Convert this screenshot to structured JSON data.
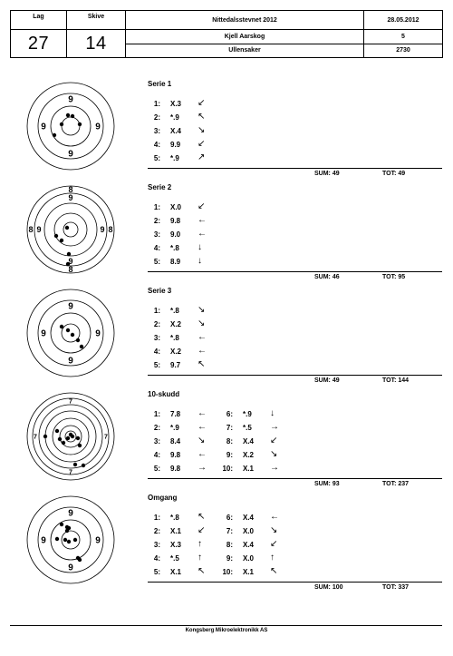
{
  "header": {
    "lag_label": "Lag",
    "lag_value": "27",
    "skive_label": "Skive",
    "skive_value": "14",
    "event": "Nittedalsstevnet 2012",
    "date": "28.05.2012",
    "shooter": "Kjell Aarskog",
    "class": "5",
    "club": "Ullensaker",
    "number": "2730"
  },
  "sections": [
    {
      "title": "Serie 1",
      "sum": "SUM: 49",
      "tot": "TOT: 49",
      "shots": [
        {
          "n": "1:",
          "v": "X.3",
          "arrow": "↙"
        },
        {
          "n": "2:",
          "v": "*.9",
          "arrow": "↖"
        },
        {
          "n": "3:",
          "v": "X.4",
          "arrow": "↘"
        },
        {
          "n": "4:",
          "v": "9.9",
          "arrow": "↙"
        },
        {
          "n": "5:",
          "v": "*.9",
          "arrow": "↗"
        }
      ],
      "target": {
        "ring_labels": [
          "9",
          "9",
          "9",
          "9"
        ],
        "outer_labels": []
      }
    },
    {
      "title": "Serie 2",
      "sum": "SUM: 46",
      "tot": "TOT: 95",
      "shots": [
        {
          "n": "1:",
          "v": "X.0",
          "arrow": "↙"
        },
        {
          "n": "2:",
          "v": "9.8",
          "arrow": "←"
        },
        {
          "n": "3:",
          "v": "9.0",
          "arrow": "←"
        },
        {
          "n": "4:",
          "v": "*.8",
          "arrow": "↓"
        },
        {
          "n": "5:",
          "v": "8.9",
          "arrow": "↓"
        }
      ],
      "target": {
        "ring_labels": [
          "9",
          "9",
          "9",
          "9"
        ],
        "outer_labels": [
          "8",
          "8",
          "8",
          "8"
        ]
      }
    },
    {
      "title": "Serie 3",
      "sum": "SUM: 49",
      "tot": "TOT: 144",
      "shots": [
        {
          "n": "1:",
          "v": "*.8",
          "arrow": "↘"
        },
        {
          "n": "2:",
          "v": "X.2",
          "arrow": "↘"
        },
        {
          "n": "3:",
          "v": "*.8",
          "arrow": "←"
        },
        {
          "n": "4:",
          "v": "X.2",
          "arrow": "←"
        },
        {
          "n": "5:",
          "v": "9.7",
          "arrow": "↖"
        }
      ],
      "target": {
        "ring_labels": [
          "9",
          "9",
          "9",
          "9"
        ],
        "outer_labels": []
      }
    },
    {
      "title": "10-skudd",
      "sum": "SUM: 93",
      "tot": "TOT: 237",
      "shots": [
        {
          "n": "1:",
          "v": "7.8",
          "arrow": "←"
        },
        {
          "n": "2:",
          "v": "*.9",
          "arrow": "←"
        },
        {
          "n": "3:",
          "v": "8.4",
          "arrow": "↘"
        },
        {
          "n": "4:",
          "v": "9.8",
          "arrow": "←"
        },
        {
          "n": "5:",
          "v": "9.8",
          "arrow": "→"
        },
        {
          "n": "6:",
          "v": "*.9",
          "arrow": "↓"
        },
        {
          "n": "7:",
          "v": "*.5",
          "arrow": "→"
        },
        {
          "n": "8:",
          "v": "X.4",
          "arrow": "↙"
        },
        {
          "n": "9:",
          "v": "X.2",
          "arrow": "↘"
        },
        {
          "n": "10:",
          "v": "X.1",
          "arrow": "→"
        }
      ],
      "target": {
        "ring_labels": [
          "7",
          "7",
          "7",
          "7"
        ],
        "outer_labels": []
      }
    },
    {
      "title": "Omgang",
      "sum": "SUM: 100",
      "tot": "TOT: 337",
      "shots": [
        {
          "n": "1:",
          "v": "*.8",
          "arrow": "↖"
        },
        {
          "n": "2:",
          "v": "X.1",
          "arrow": "↙"
        },
        {
          "n": "3:",
          "v": "X.3",
          "arrow": "↑"
        },
        {
          "n": "4:",
          "v": "*.5",
          "arrow": "↑"
        },
        {
          "n": "5:",
          "v": "X.1",
          "arrow": "↖"
        },
        {
          "n": "6:",
          "v": "X.4",
          "arrow": "←"
        },
        {
          "n": "7:",
          "v": "X.0",
          "arrow": "↘"
        },
        {
          "n": "8:",
          "v": "X.4",
          "arrow": "↙"
        },
        {
          "n": "9:",
          "v": "X.0",
          "arrow": "↑"
        },
        {
          "n": "10:",
          "v": "X.1",
          "arrow": "↖"
        }
      ],
      "target": {
        "ring_labels": [
          "9",
          "9",
          "9",
          "9"
        ],
        "outer_labels": []
      }
    }
  ],
  "footer": "Kongsberg Mikroelektronikk AS"
}
